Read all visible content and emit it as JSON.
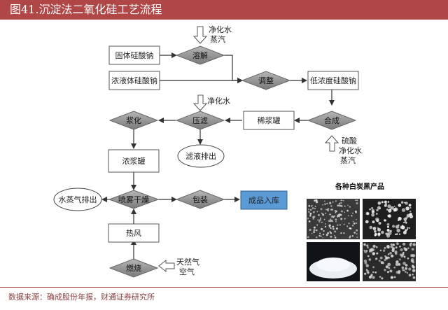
{
  "title": "图41.沉淀法二氧化硅工艺流程",
  "source": "数据来源：确成股份年报，财通证券研究所",
  "nodes": {
    "solid_silicate": "固体硅酸钠",
    "conc_silicate": "浓液体硅酸钠",
    "dissolve": "溶解",
    "adjust": "调整",
    "low_conc": "低浓度硅酸钠",
    "synthesis": "合成",
    "dilute_tank": "稀浆罐",
    "press_filter": "压滤",
    "slurry": "浆化",
    "filtrate": "滤液排出",
    "thick_tank": "浓浆罐",
    "spray_dry": "喷雾干燥",
    "steam_out": "水蒸气排出",
    "packing": "包装",
    "storage": "成品入库",
    "hot_air": "热风",
    "burning": "燃烧"
  },
  "inputs": {
    "dissolve_in": [
      "净化水",
      "蒸汽"
    ],
    "press_in": [
      "净化水"
    ],
    "synthesis_in": [
      "硫酸",
      "净化水",
      "蒸汽"
    ],
    "burning_in": [
      "天然气",
      "空气"
    ]
  },
  "photos_title": "各种白炭黑产品",
  "colors": {
    "title_bg": "#b04646",
    "diamond_fill": "#909090",
    "storage_fill": "#5b9bd5",
    "box_stroke": "#555555"
  }
}
